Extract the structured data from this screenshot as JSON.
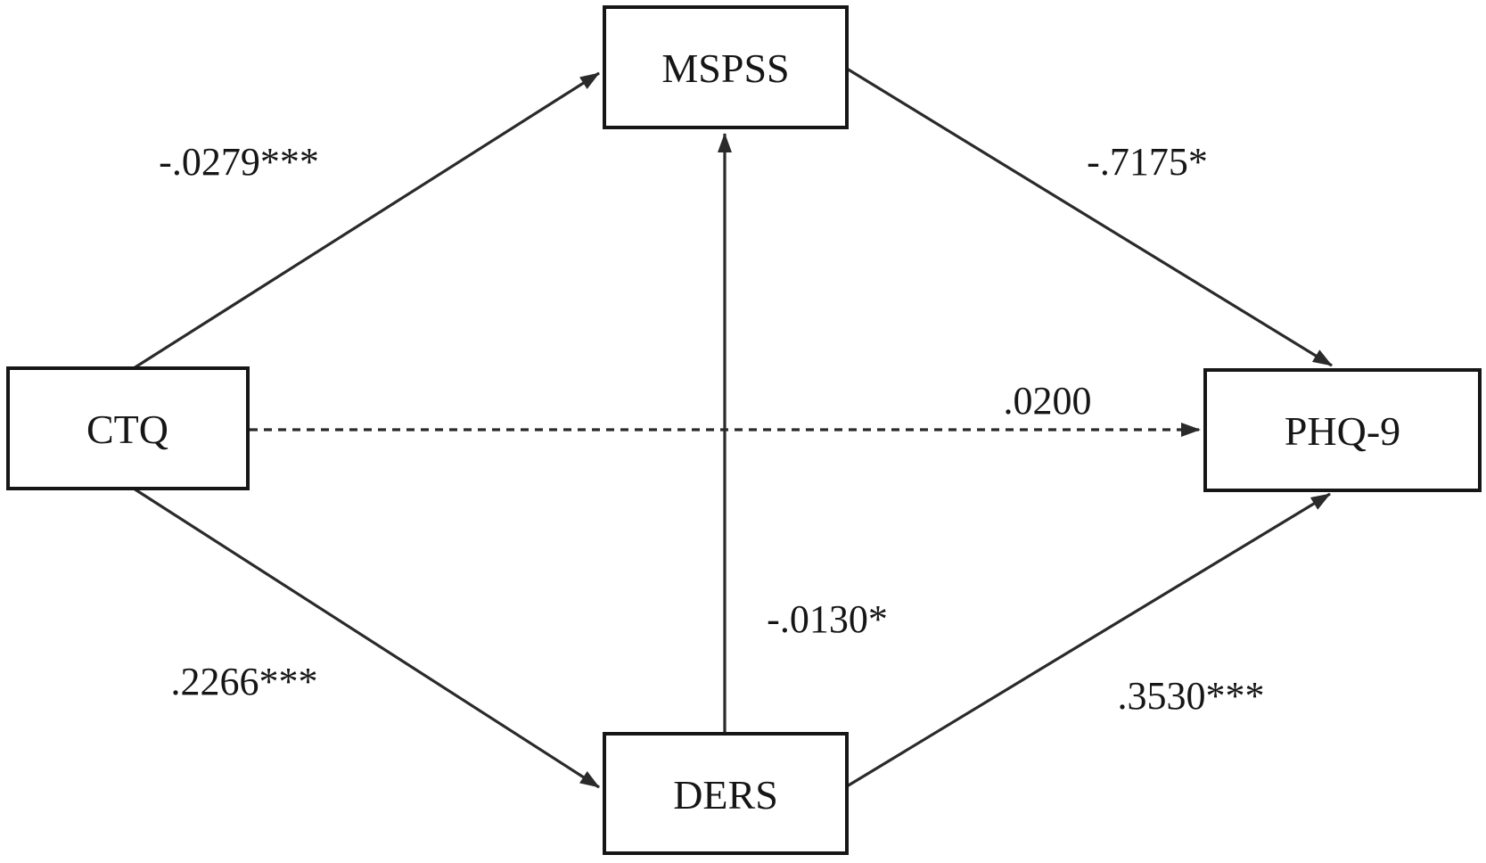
{
  "diagram": {
    "type": "path-mediation-diagram",
    "background_color": "#ffffff",
    "line_color": "#2a2a2a",
    "text_color": "#161616",
    "nodes": [
      {
        "id": "ctq",
        "label": "CTQ",
        "role": "predictor"
      },
      {
        "id": "mspss",
        "label": "MSPSS",
        "role": "mediator"
      },
      {
        "id": "ders",
        "label": "DERS",
        "role": "mediator"
      },
      {
        "id": "phq9",
        "label": "PHQ-9",
        "role": "outcome"
      }
    ],
    "edges": [
      {
        "from": "CTQ",
        "to": "MSPSS",
        "label": "-.0279***",
        "style": "solid"
      },
      {
        "from": "MSPSS",
        "to": "PHQ-9",
        "label": "-.7175*",
        "style": "solid"
      },
      {
        "from": "CTQ",
        "to": "PHQ-9",
        "label": ".0200",
        "style": "dashed"
      },
      {
        "from": "CTQ",
        "to": "DERS",
        "label": ".2266***",
        "style": "solid"
      },
      {
        "from": "DERS",
        "to": "PHQ-9",
        "label": ".3530***",
        "style": "solid"
      },
      {
        "from": "DERS",
        "to": "MSPSS",
        "label": "-.0130*",
        "style": "solid"
      }
    ]
  }
}
